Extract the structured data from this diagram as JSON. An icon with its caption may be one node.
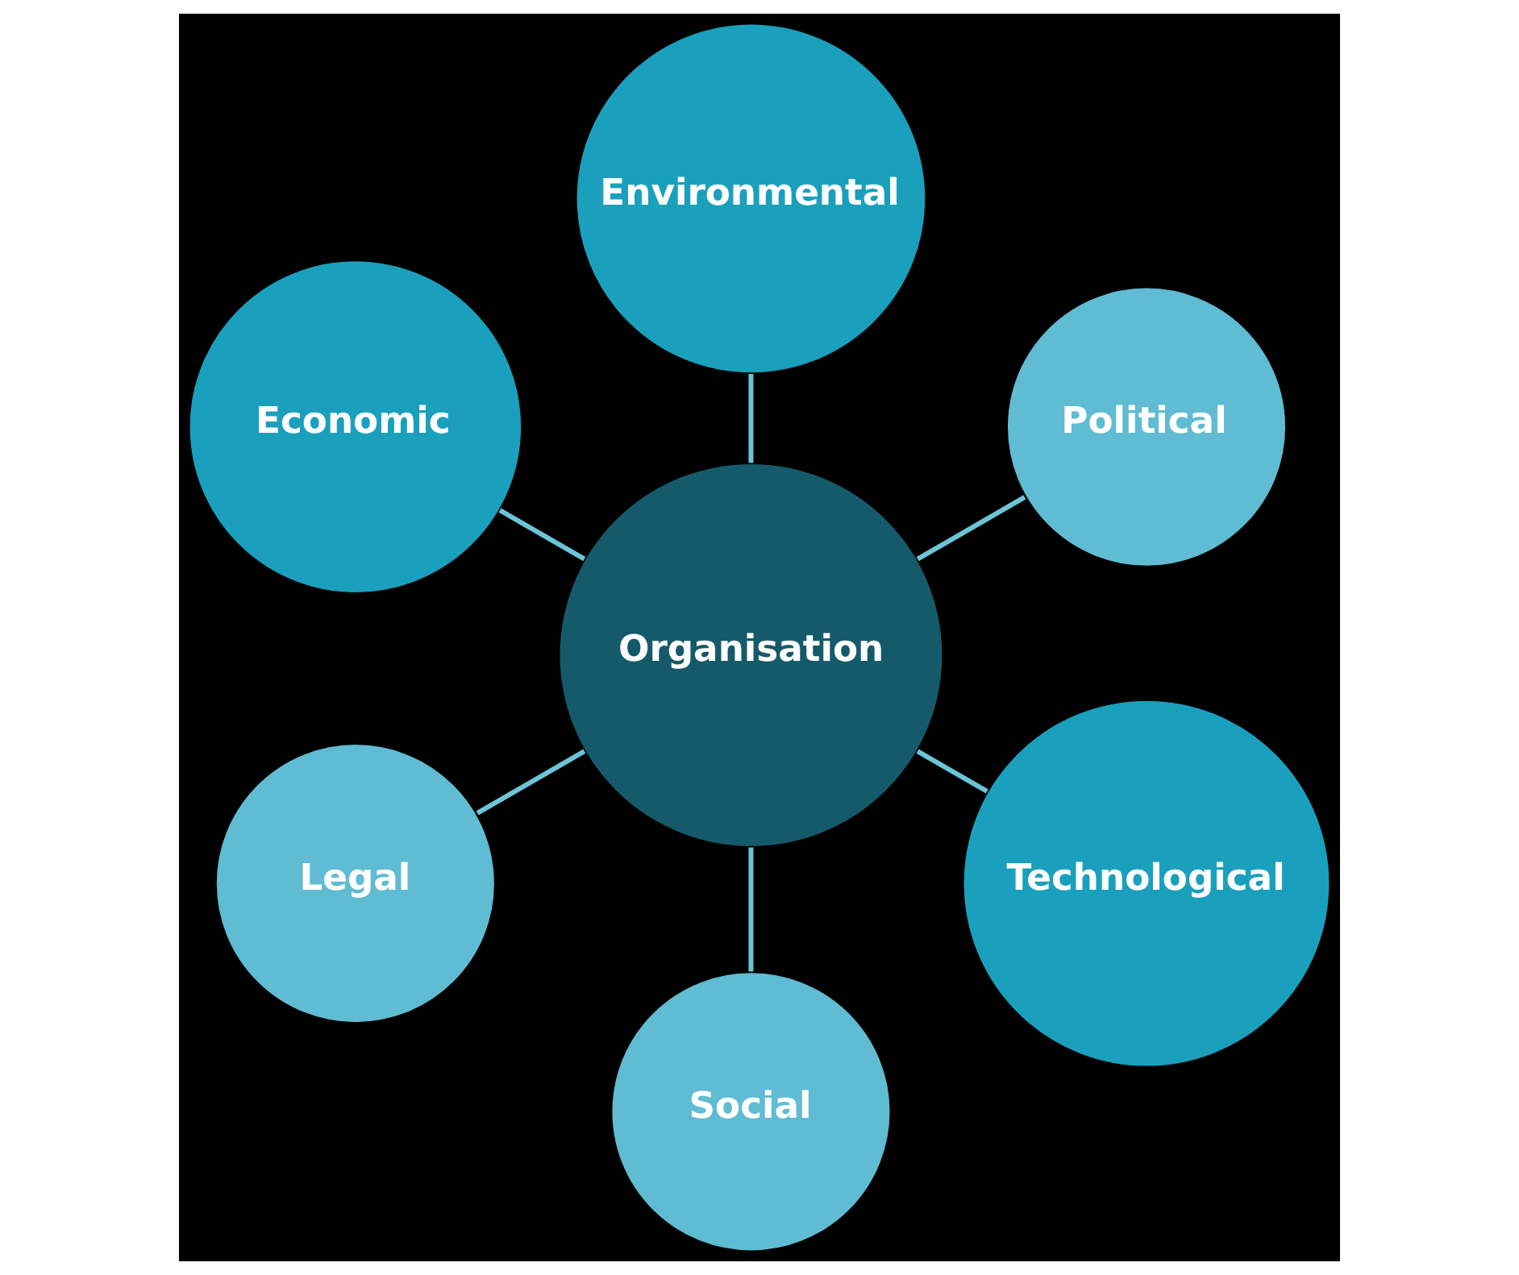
{
  "diagram": {
    "nodes": [
      {
        "text": [
          "Political"
        ]
      },
      {
        "text": [
          "Environmental"
        ]
      },
      {
        "text": [
          "Economic"
        ]
      },
      {
        "text": [
          "Organisation"
        ]
      },
      {
        "text": [
          "Legal"
        ]
      },
      {
        "text": [
          "Social"
        ]
      },
      {
        "text": [
          "Technological"
        ]
      }
    ],
    "edges": [
      {
        "from": 3,
        "to": 0,
        "arrow": "none"
      },
      {
        "from": 3,
        "to": 2,
        "arrow": "none"
      },
      {
        "from": 3,
        "to": 5,
        "arrow": "none"
      },
      {
        "from": 3,
        "to": 6,
        "arrow": "none"
      },
      {
        "from": 3,
        "to": 4,
        "arrow": "none"
      },
      {
        "from": 3,
        "to": 1,
        "arrow": "none"
      }
    ]
  }
}
